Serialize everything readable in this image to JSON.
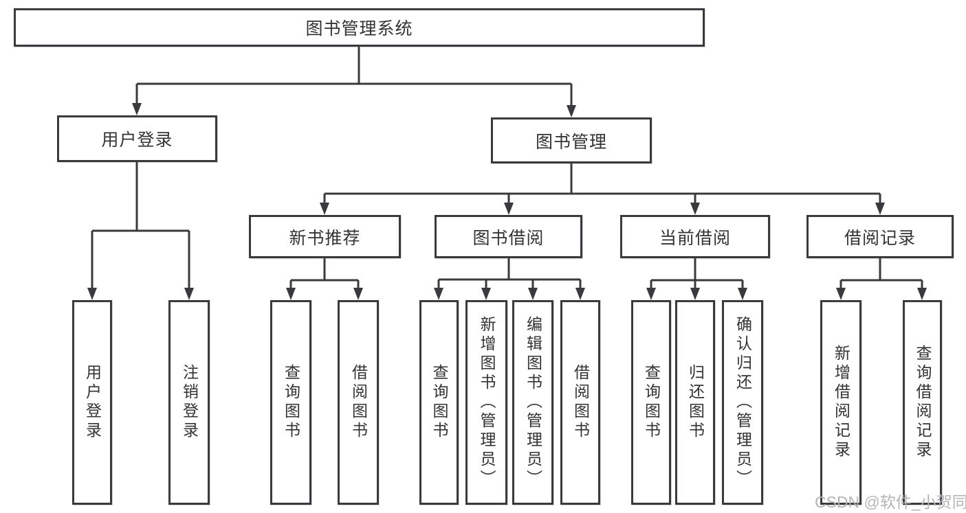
{
  "tree": {
    "root": {
      "label": "图书管理系统"
    },
    "branches": [
      {
        "label": "用户登录",
        "children": [
          {
            "label": "用户登录"
          },
          {
            "label": "注销登录"
          }
        ]
      },
      {
        "label": "图书管理",
        "children": [
          {
            "label": "新书推荐",
            "children": [
              {
                "label": "查询图书"
              },
              {
                "label": "借阅图书"
              }
            ]
          },
          {
            "label": "图书借阅",
            "children": [
              {
                "label": "查询图书"
              },
              {
                "label": "新增图书（管理员）"
              },
              {
                "label": "编辑图书（管理员）"
              },
              {
                "label": "借阅图书"
              }
            ]
          },
          {
            "label": "当前借阅",
            "children": [
              {
                "label": "查询图书"
              },
              {
                "label": "归还图书"
              },
              {
                "label": "确认归还（管理员）"
              }
            ]
          },
          {
            "label": "借阅记录",
            "children": [
              {
                "label": "新增借阅记录"
              },
              {
                "label": "查询借阅记录"
              }
            ]
          }
        ]
      }
    ]
  },
  "watermark": {
    "text": "CSDN @软件_小贺同学",
    "color": "#b4b4b8"
  },
  "colors": {
    "line": "#3a3a3e",
    "text": "#333333",
    "background": "#ffffff"
  }
}
